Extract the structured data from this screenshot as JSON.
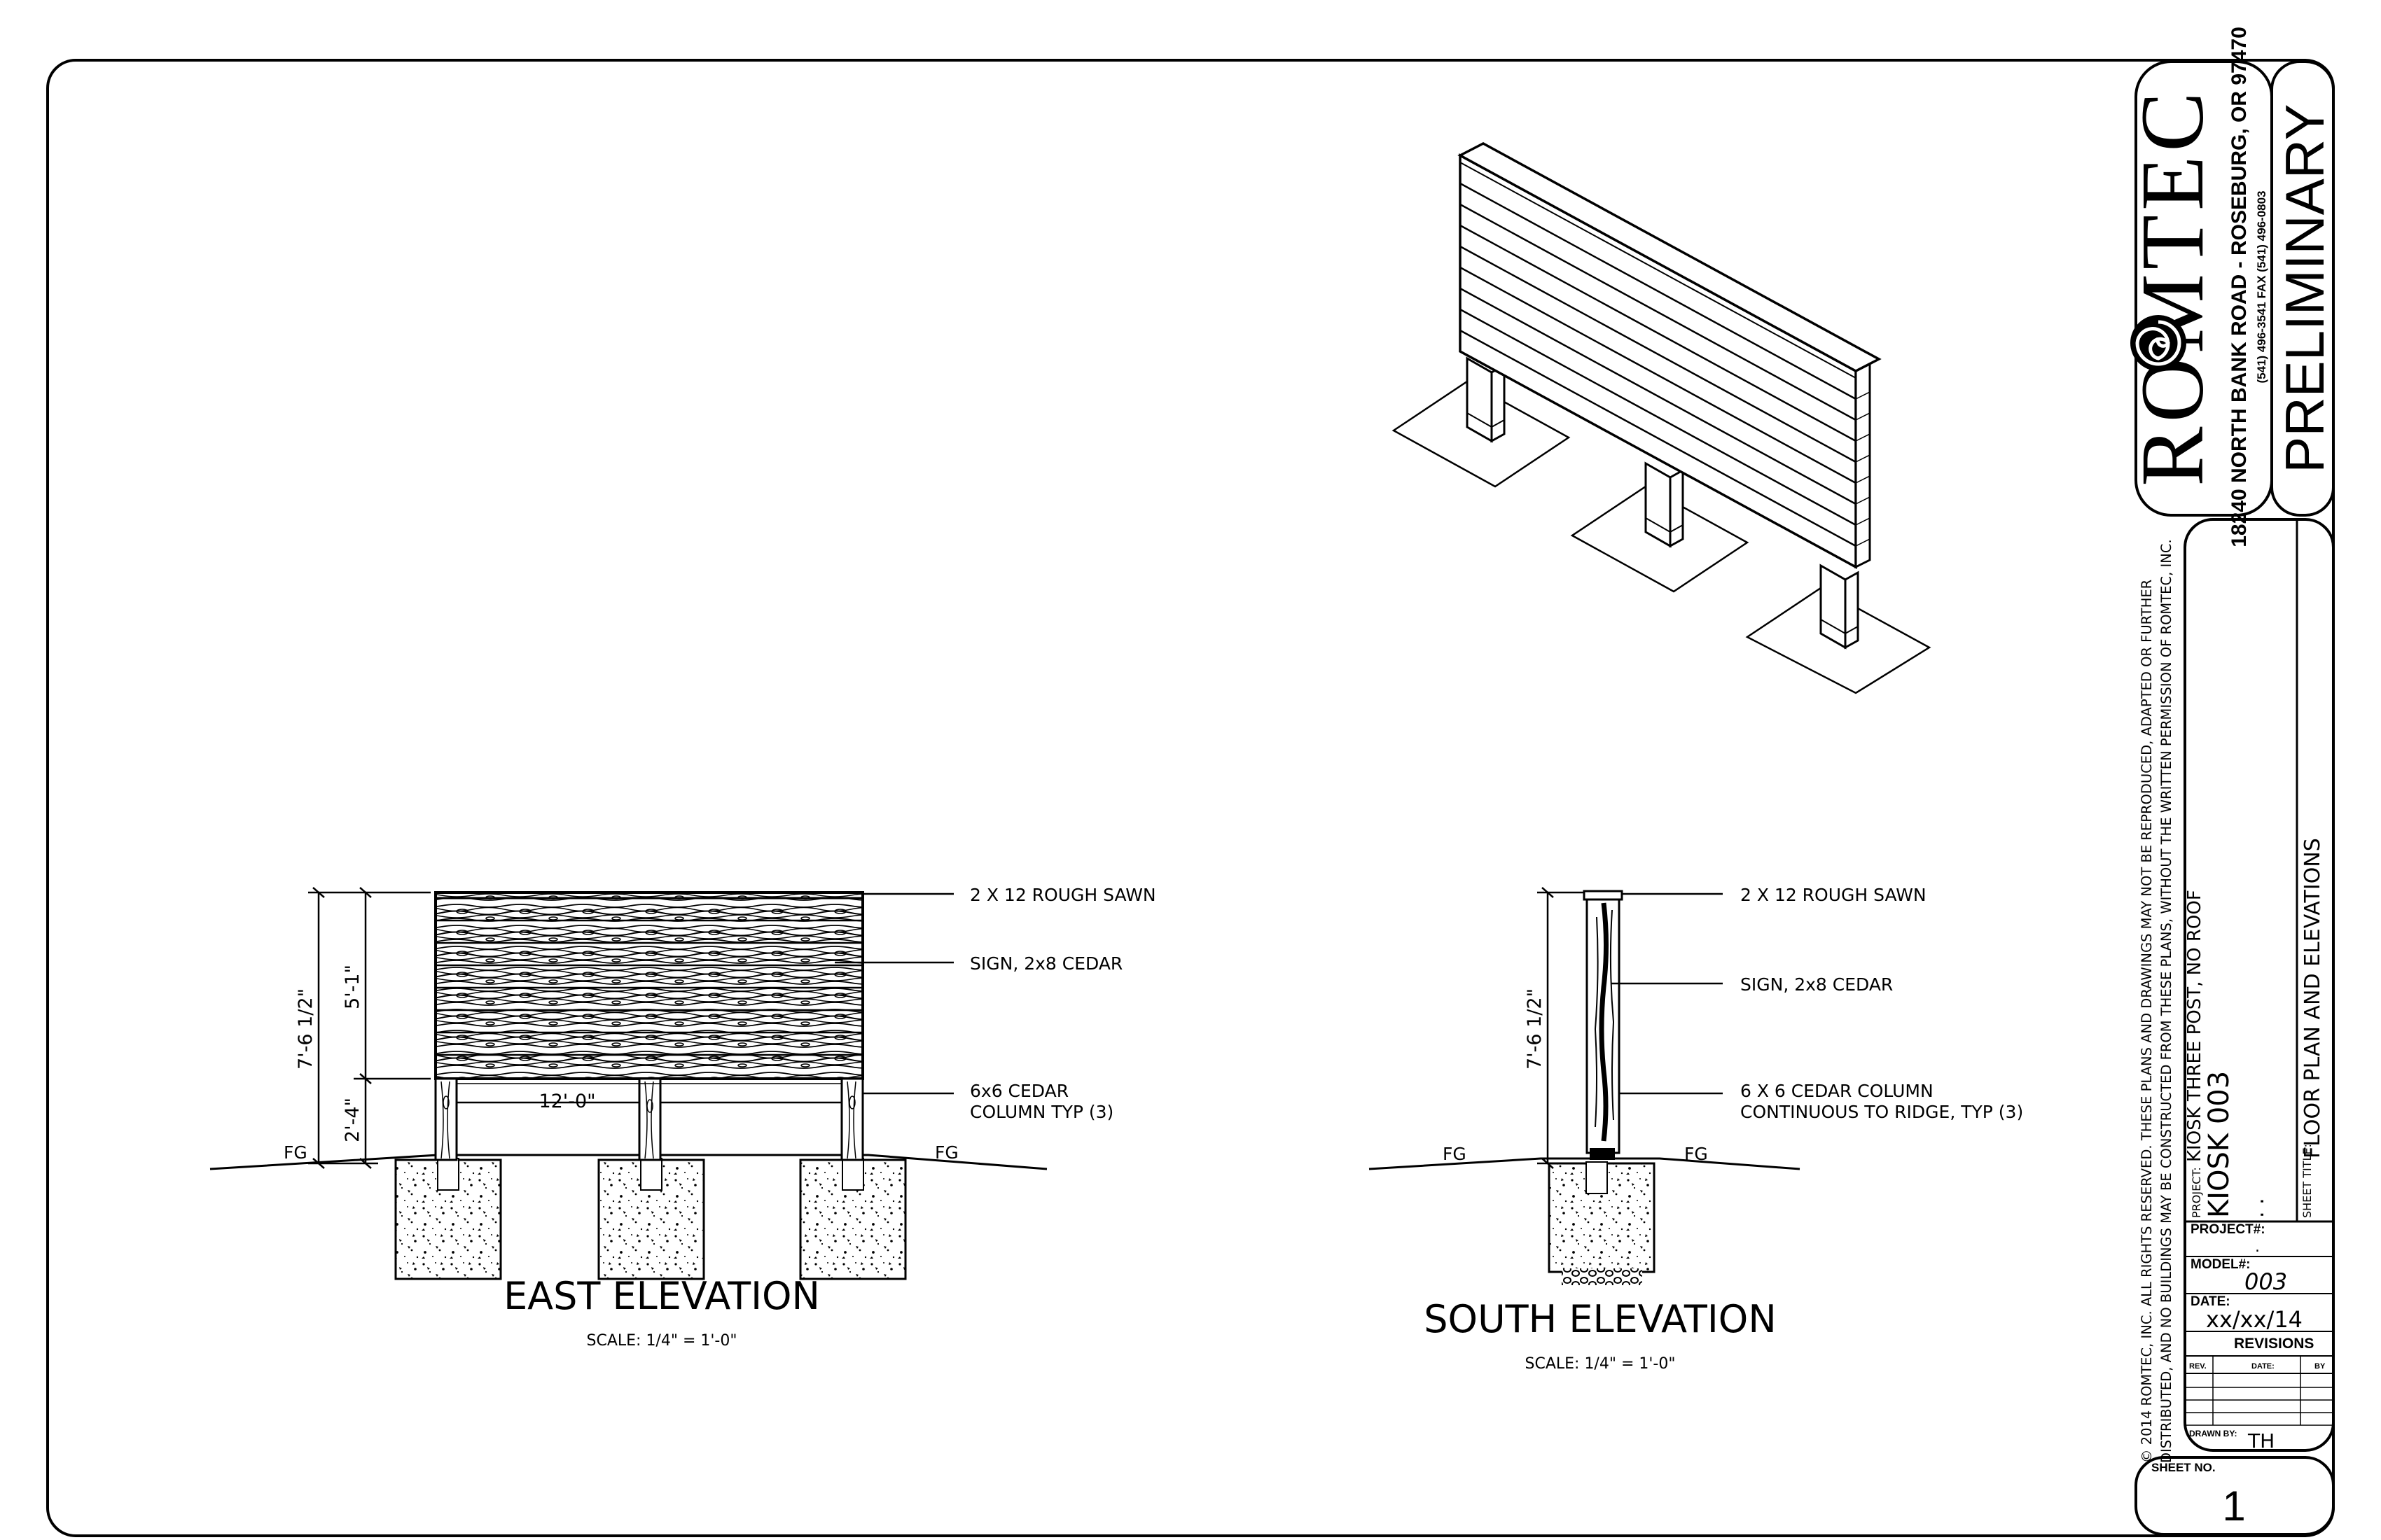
{
  "firm": {
    "name": "ROMTEC",
    "address": "18240 NORTH BANK ROAD - ROSEBURG, OR 97470",
    "phone_fax": "(541) 496-3541     FAX (541) 496-0803"
  },
  "stamp": "PRELIMINARY",
  "copyright": {
    "line1": "© 2014 ROMTEC, INC.  ALL RIGHTS RESERVED.  THESE PLANS AND DRAWINGS MAY NOT BE REPRODUCED, ADAPTED OR FURTHER",
    "line2": "DISTRIBUTED, AND NO BUILDINGS MAY BE CONSTRUCTED FROM THESE PLANS, WITHOUT THE WRITTEN PERMISSION OF ROMTEC, INC."
  },
  "title_block": {
    "project_label": "PROJECT:",
    "project_value": "KIOSK THREE POST, NO ROOF",
    "project_name": "KIOSK 003",
    "project_dots": ".   .",
    "sheet_title_label": "SHEET TITLE:",
    "sheet_title_value": "FLOOR PLAN AND ELEVATIONS",
    "project_no_label": "PROJECT#:",
    "project_no_value": ".",
    "model_label": "MODEL#:",
    "model_value": "003",
    "date_label": "DATE:",
    "date_value": "xx/xx/14",
    "revisions_label": "REVISIONS",
    "rev_label": "REV.",
    "rev_date_label": "DATE:",
    "rev_by_label": "BY",
    "drawn_by_label": "DRAWN BY:",
    "drawn_by_value": "TH",
    "sheet_no_label": "SHEET NO.",
    "sheet_no_value": "1"
  },
  "east": {
    "title": "EAST ELEVATION",
    "scale": "SCALE:  1/4\" = 1'-0\"",
    "dim_total": "7'-6 1/2\"",
    "dim_sign": "5'-1\"",
    "dim_post": "2'-4\"",
    "dim_width": "12'-0\"",
    "fg_left": "FG",
    "fg_right": "FG",
    "note1": "2 X 12 ROUGH SAWN",
    "note2": "SIGN, 2x8 CEDAR",
    "note3a": "6x6 CEDAR",
    "note3b": "COLUMN TYP (3)"
  },
  "south": {
    "title": "SOUTH ELEVATION",
    "scale": "SCALE:  1/4\" = 1'-0\"",
    "dim_total": "7'-6 1/2\"",
    "fg_left": "FG",
    "fg_right": "FG",
    "note1": "2 X 12 ROUGH SAWN",
    "note2": "SIGN, 2x8 CEDAR",
    "note3a": "6 X 6 CEDAR COLUMN",
    "note3b": "CONTINUOUS TO RIDGE, TYP (3)"
  }
}
